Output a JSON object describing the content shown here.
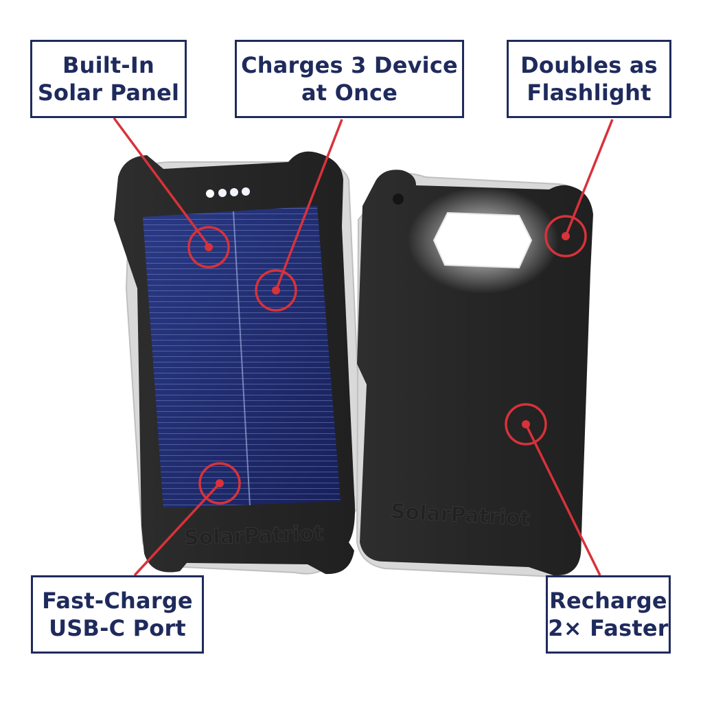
{
  "callouts": {
    "solar_panel": {
      "line1": "Built-In",
      "line2": "Solar Panel"
    },
    "charges": {
      "line1": "Charges 3 Device",
      "line2": "at Once"
    },
    "flashlight": {
      "line1": "Doubles as",
      "line2": "Flashlight"
    },
    "usb_c": {
      "line1": "Fast-Charge",
      "line2": "USB-C Port"
    },
    "recharge": {
      "line1": "Recharge",
      "line2": "2× Faster"
    }
  },
  "products": {
    "front_brand": "SolarPatriot",
    "back_brand": "SolarPatriot"
  },
  "colors": {
    "navy": "#1f2a5c",
    "marker_red": "#d8323a",
    "case_black": "#2b2b2b",
    "panel_blue": "#1e2a6e",
    "trim_grey": "#d9d9d9"
  }
}
